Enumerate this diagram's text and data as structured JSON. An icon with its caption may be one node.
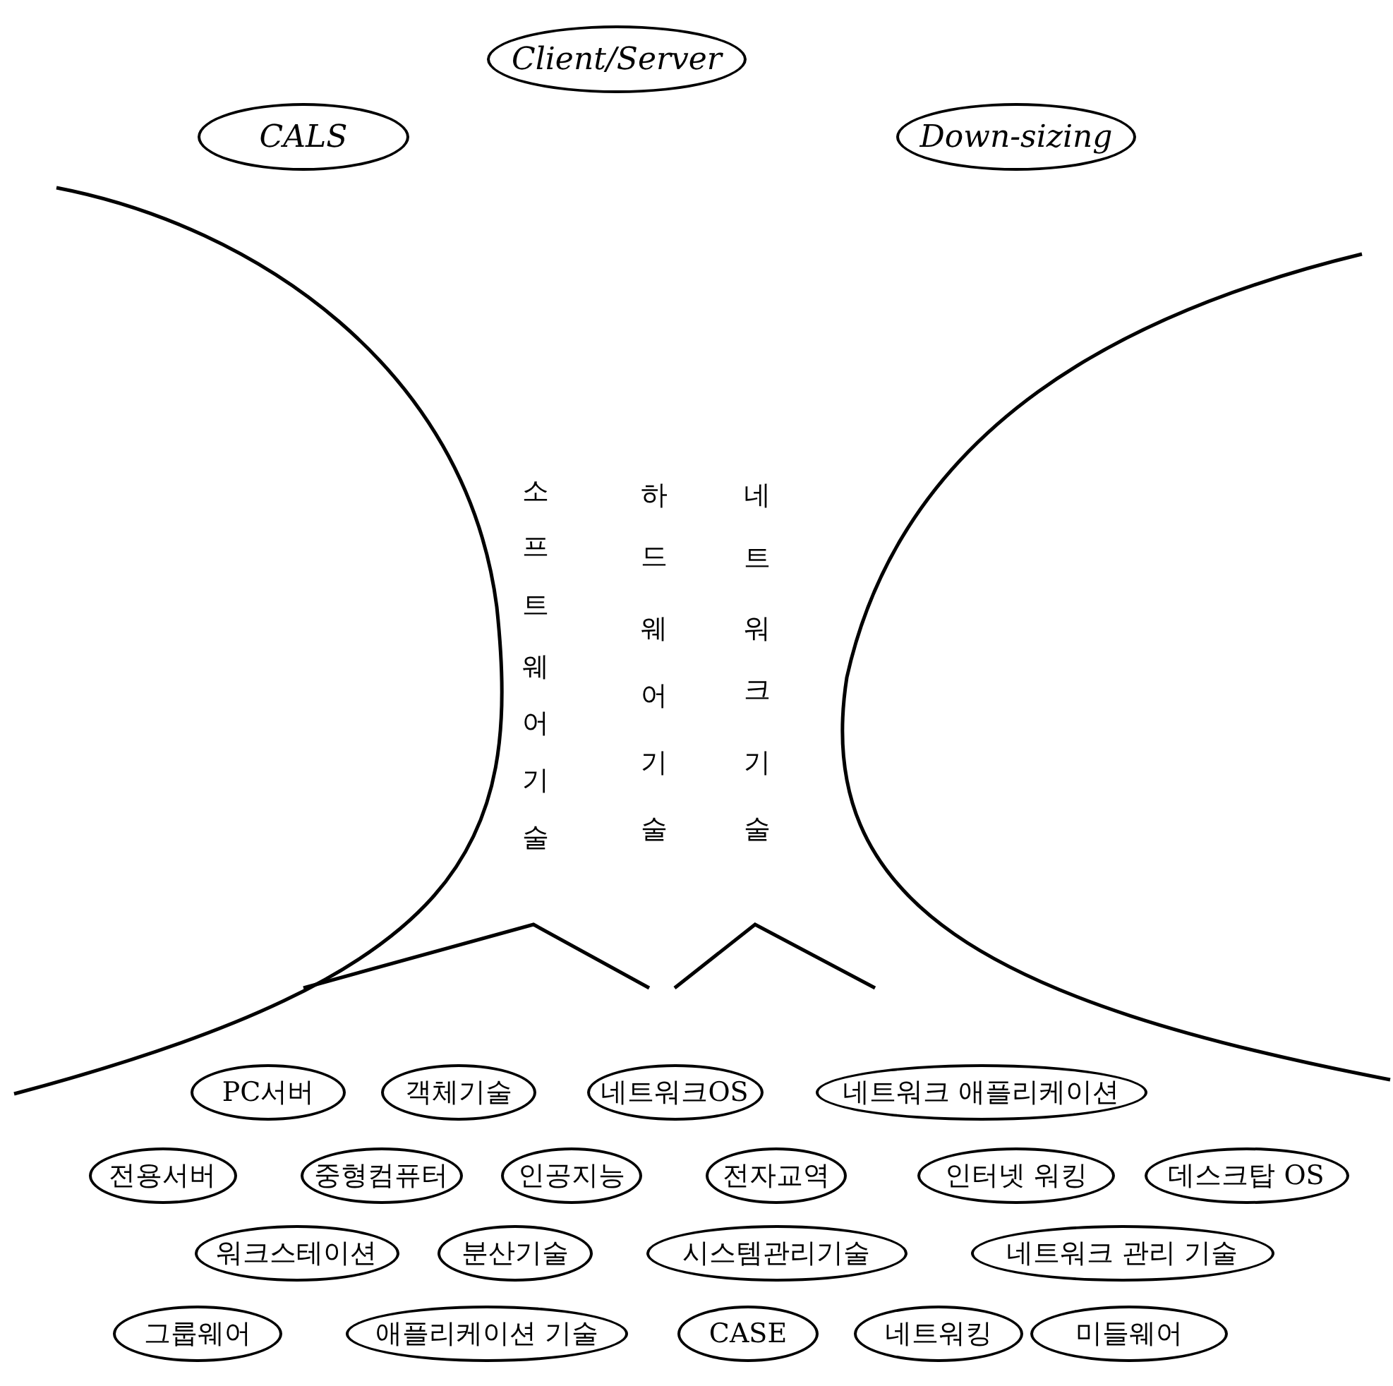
{
  "diagram": {
    "nodes": [
      {
        "text": [
          "Client/Server"
        ]
      },
      {
        "text": [
          "CALS"
        ]
      },
      {
        "text": [
          "Down-sizing"
        ]
      },
      {
        "text": [
          "PC서버"
        ]
      },
      {
        "text": [
          "객체기술"
        ]
      },
      {
        "text": [
          "네트워크OS"
        ]
      },
      {
        "text": [
          "네트워크 애플리케이션"
        ]
      },
      {
        "text": [
          "전용서버"
        ]
      },
      {
        "text": [
          "중형컴퓨터"
        ]
      },
      {
        "text": [
          "인공지능"
        ]
      },
      {
        "text": [
          "전자교역"
        ]
      },
      {
        "text": [
          "인터넷 워킹"
        ]
      },
      {
        "text": [
          "데스크탑 OS"
        ]
      },
      {
        "text": [
          "워크스테이션"
        ]
      },
      {
        "text": [
          "분산기술"
        ]
      },
      {
        "text": [
          "시스템관리기술"
        ]
      },
      {
        "text": [
          "네트워크 관리 기술"
        ]
      },
      {
        "text": [
          "그룹웨어"
        ]
      },
      {
        "text": [
          "애플리케이션 기술"
        ]
      },
      {
        "text": [
          "CASE"
        ]
      },
      {
        "text": [
          "네트워킹"
        ]
      },
      {
        "text": [
          "미들웨어"
        ]
      }
    ],
    "edges": [],
    "labels": [
      "소프트웨어기술",
      "하드웨어기술",
      "네트워크기술"
    ]
  }
}
